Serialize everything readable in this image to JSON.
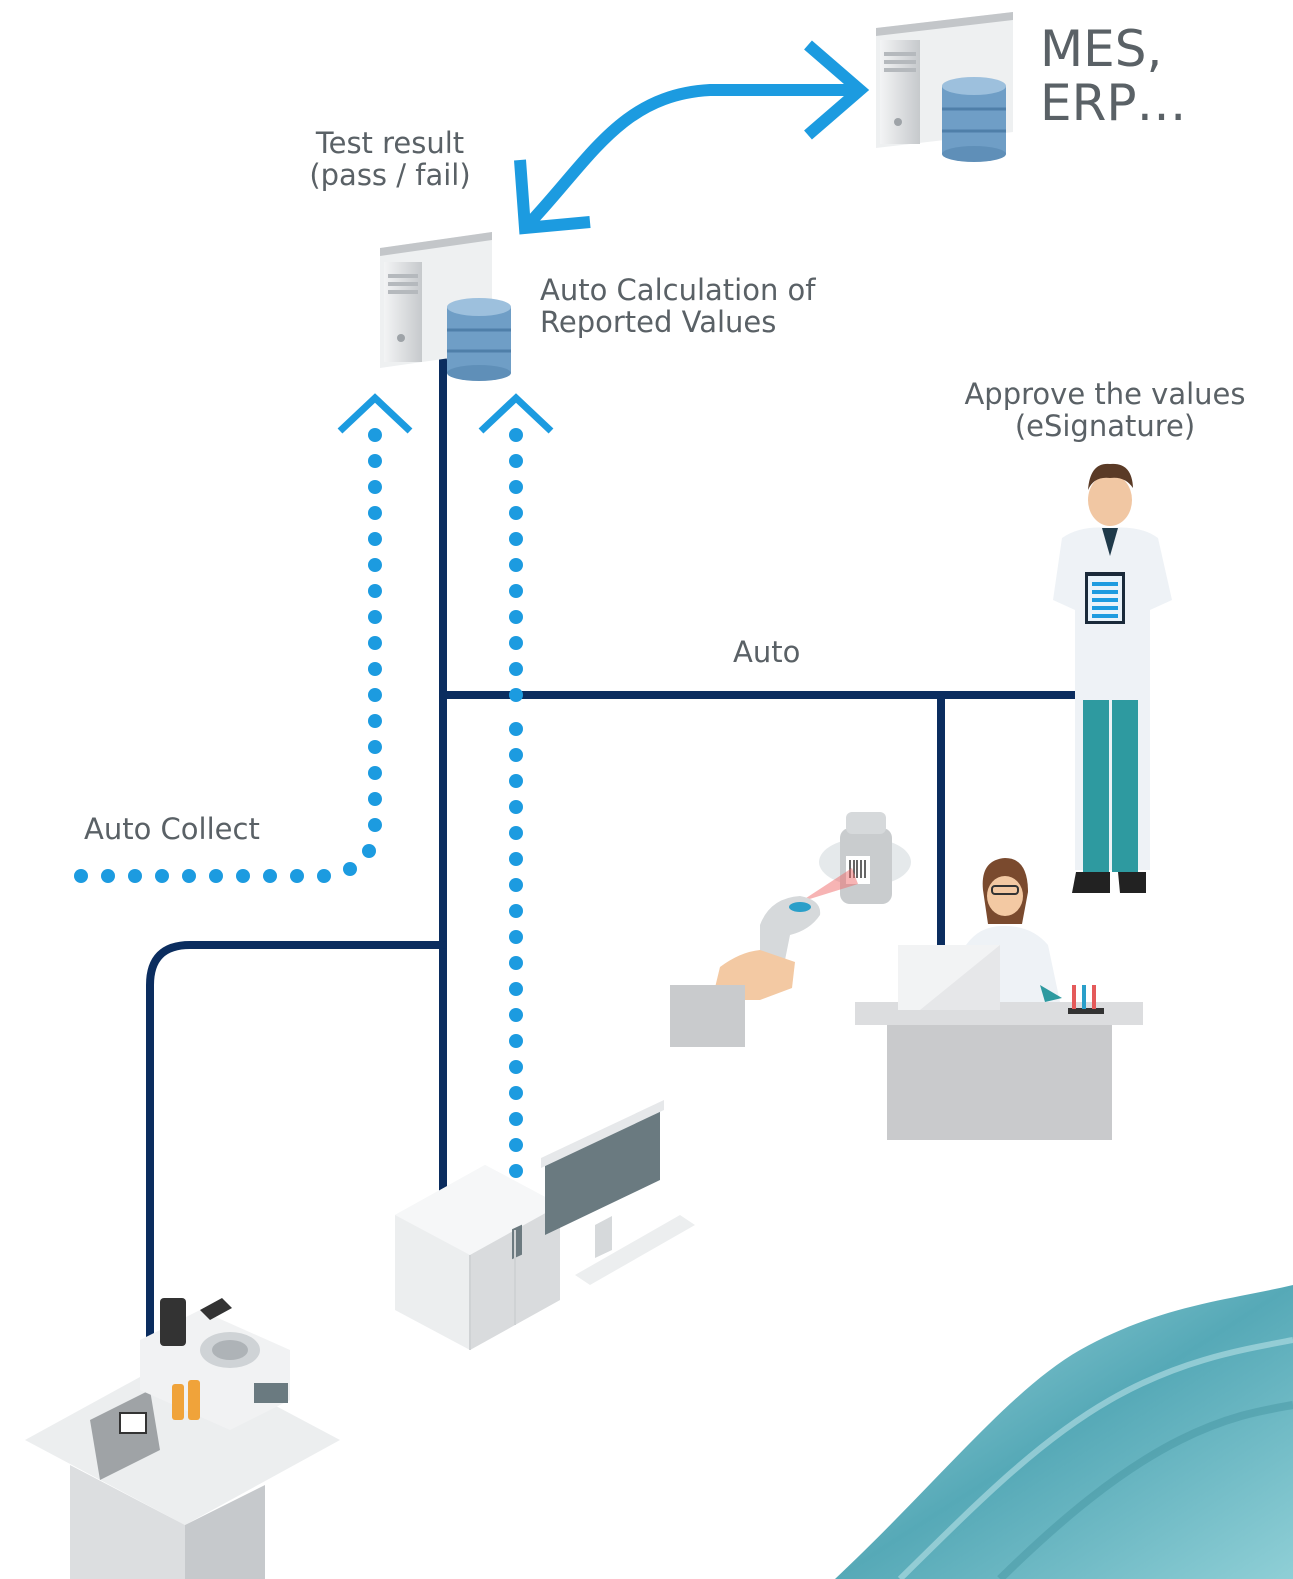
{
  "labels": {
    "mes_erp_line1": "MES,",
    "mes_erp_line2": "ERP…",
    "test_result_line1": "Test result",
    "test_result_line2": "(pass / fail)",
    "auto_calc_line1": "Auto Calculation of",
    "auto_calc_line2": "Reported Values",
    "approve_line1": "Approve the values",
    "approve_line2": "(eSignature)",
    "auto": "Auto",
    "auto_collect": "Auto Collect"
  },
  "colors": {
    "network_line": "#0b2d5f",
    "data_flow_blue": "#1c9be0",
    "server_gray": "#d4d6d8",
    "database_blue": "#6f9ec6",
    "equipment_gray": "#e4e6e8",
    "desk_gray": "#c9cacc",
    "scientist_pants": "#2e9aa0",
    "water_teal": "#5fb7c2"
  },
  "icons": [
    "server-icon",
    "database-icon",
    "scientist-icon",
    "barcode-scanner-icon",
    "bottle-icon",
    "laptop-icon",
    "hplc-instrument-icon",
    "monitor-icon",
    "lab-analyzer-icon"
  ]
}
